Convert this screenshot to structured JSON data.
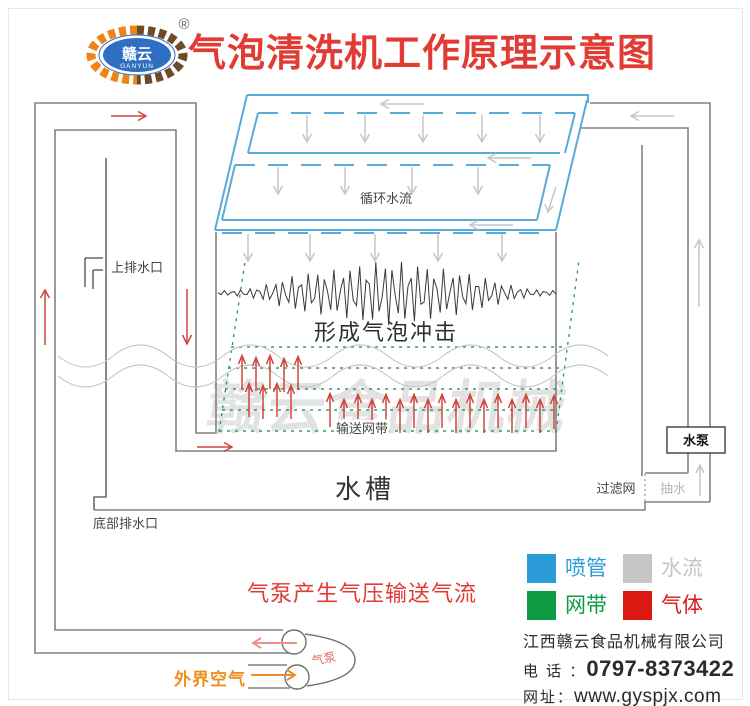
{
  "page": {
    "title": "气泡清洗机工作原理示意图"
  },
  "logo": {
    "brand_zh": "赣云",
    "brand_en": "GANYUN",
    "registered_mark": "®"
  },
  "diagram": {
    "labels": {
      "upper_drain": "上排水口",
      "circulating_water": "循环水流",
      "bubble_impact": "形成气泡冲击",
      "conveyor_belt": "输送网带",
      "water_tank": "水槽",
      "bottom_drain": "底部排水口",
      "water_pump": "水泵",
      "pump_water": "抽水",
      "filter_mesh": "过滤网",
      "air_pump": "气泵",
      "outside_air": "外界空气",
      "air_flow_caption": "气泵产生气压输送气流"
    },
    "watermark": "赣云食品机械"
  },
  "legend": {
    "items": [
      {
        "label": "喷管",
        "color": "#2b9cd8"
      },
      {
        "label": "水流",
        "color": "#c6c6c6"
      },
      {
        "label": "网带",
        "color": "#0f9b43"
      },
      {
        "label": "气体",
        "color": "#dc1812"
      }
    ]
  },
  "company": {
    "name": "江西赣云食品机械有限公司",
    "phone_label": "电 话 ：",
    "phone": "0797-8373422",
    "web_label": "网址：",
    "website": "www.gyspjx.com"
  },
  "colors": {
    "title_red": "#e23b33",
    "pipe_gray": "#828282",
    "spray_blue": "#58acd8",
    "belt_green": "#2f9e63",
    "gas_red": "#cf453c",
    "water_flow_gray": "#c6c6c6",
    "outside_air_orange": "#ef8f1f"
  }
}
